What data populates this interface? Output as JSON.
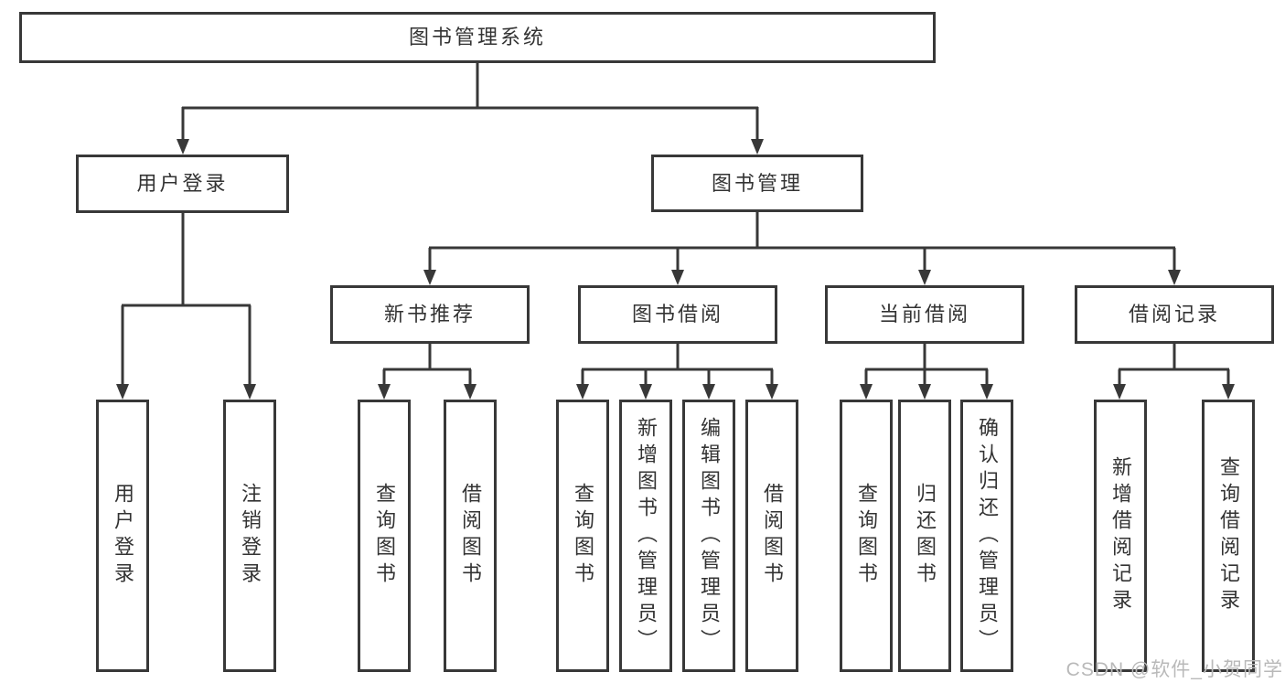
{
  "diagram": {
    "root": {
      "label": "图书管理系统"
    },
    "level2": [
      {
        "label": "用户登录"
      },
      {
        "label": "图书管理"
      }
    ],
    "level3": [
      {
        "label": "新书推荐"
      },
      {
        "label": "图书借阅"
      },
      {
        "label": "当前借阅"
      },
      {
        "label": "借阅记录"
      }
    ],
    "level4": {
      "user_login": [
        "用户登录",
        "注销登录"
      ],
      "new_book_recommend": [
        "查询图书",
        "借阅图书"
      ],
      "book_borrowing": [
        "查询图书",
        "新增图书（管理员）",
        "编辑图书（管理员）",
        "借阅图书"
      ],
      "current_borrowing": [
        "查询图书",
        "归还图书",
        "确认归还（管理员）"
      ],
      "borrowing_records": [
        "新增借阅记录",
        "查询借阅记录"
      ]
    }
  },
  "watermark": {
    "text": "CSDN @软件_小贺同学"
  },
  "colors": {
    "line": "#383838",
    "text": "#333333",
    "watermark": "#b9b9b9",
    "background": "#ffffff"
  }
}
